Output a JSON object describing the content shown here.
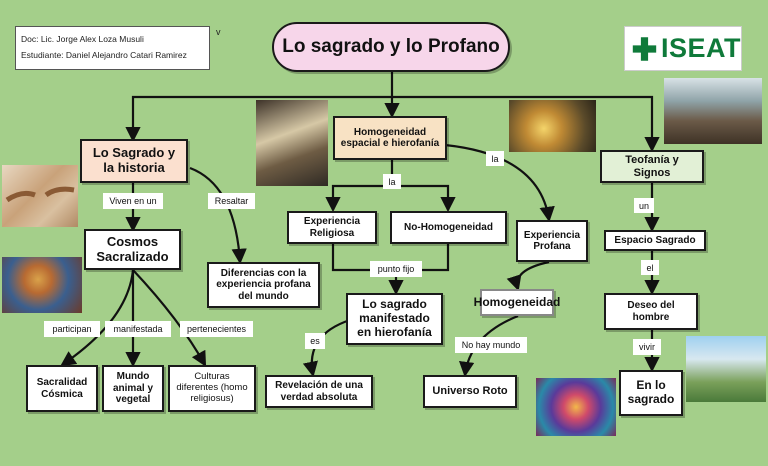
{
  "header": {
    "doc_line": "Doc: Lic. Jorge Alex Loza Musuli",
    "student_line": "Estudiante: Daniel Alejandro Catari Ramirez",
    "stray_mark": "v",
    "title": "Lo sagrado y lo Profano",
    "logo_text": "ISEAT"
  },
  "nodes": {
    "sagrado_historia": "Lo Sagrado y la historia",
    "homogeneidad_espacial": "Homogeneidad espacial e hierofanía",
    "teofania": "Teofanía y Signos",
    "cosmos": "Cosmos Sacralizado",
    "diferencias": "Diferencias con la experiencia profana del mundo",
    "exp_religiosa": "Experiencia Religiosa",
    "no_homogeneidad": "No-Homogeneidad",
    "exp_profana": "Experiencia Profana",
    "espacio_sagrado": "Espacio Sagrado",
    "sagrado_manifestado": "Lo sagrado manifestado en hierofanía",
    "homogeneidad": "Homogeneidad",
    "deseo": "Deseo del hombre",
    "sacralidad": "Sacralidad Cósmica",
    "mundo": "Mundo animal y vegetal",
    "culturas": "Culturas diferentes (homo religiosus)",
    "revelacion": "Revelación de una verdad absoluta",
    "universo_roto": "Universo Roto",
    "en_lo_sagrado": "En lo sagrado"
  },
  "links": {
    "viven": "Viven en un",
    "resaltar": "Resaltar",
    "la_center": "la",
    "la_right": "la",
    "un": "un",
    "el": "el",
    "participan": "participan",
    "manifestada": "manifestada",
    "pertenecientes": "pertenecientes",
    "punto_fijo": "punto fijo",
    "es": "es",
    "no_hay_mundo": "No hay mundo",
    "vivir": "vivir"
  },
  "colors": {
    "background": "#a4cf8a",
    "title_fill": "#f7d6ea",
    "sagrado_historia_fill": "#fbe0cf",
    "homogeneidad_espacial_fill": "#f8e2c4",
    "teofania_fill": "#e2f0d6",
    "logo_green": "#0f7a3a"
  }
}
